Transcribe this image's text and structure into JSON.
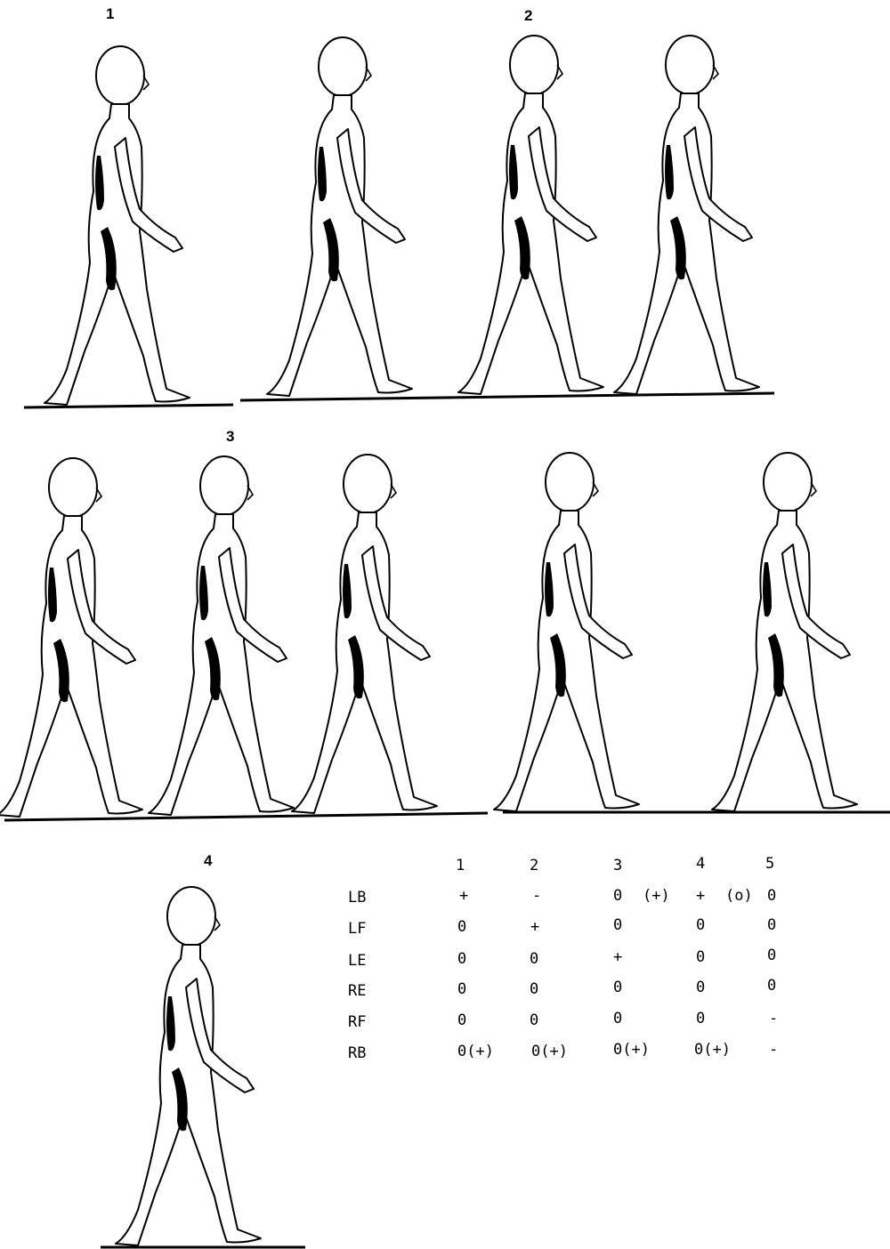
{
  "panels": {
    "p1": "1",
    "p2": "2",
    "p3": "3",
    "p4": "4"
  },
  "table": {
    "columns": [
      "1",
      "2",
      "3",
      "4",
      "5"
    ],
    "rows": [
      {
        "label": "LB",
        "cells": [
          "+",
          "-",
          "0",
          "(+)",
          "+",
          "(o)",
          "0"
        ]
      },
      {
        "label": "LF",
        "cells": [
          "0",
          "+",
          "0",
          "0",
          "0"
        ]
      },
      {
        "label": "LE",
        "cells": [
          "0",
          "0",
          "+",
          "0",
          "0"
        ]
      },
      {
        "label": "RE",
        "cells": [
          "0",
          "0",
          "0",
          "0",
          "0"
        ]
      },
      {
        "label": "RF",
        "cells": [
          "0",
          "0",
          "0",
          "0",
          "-"
        ]
      },
      {
        "label": "RB",
        "cells": [
          "0(+)",
          "0(+)",
          "0(+)",
          "0(+)",
          "-"
        ]
      }
    ]
  }
}
